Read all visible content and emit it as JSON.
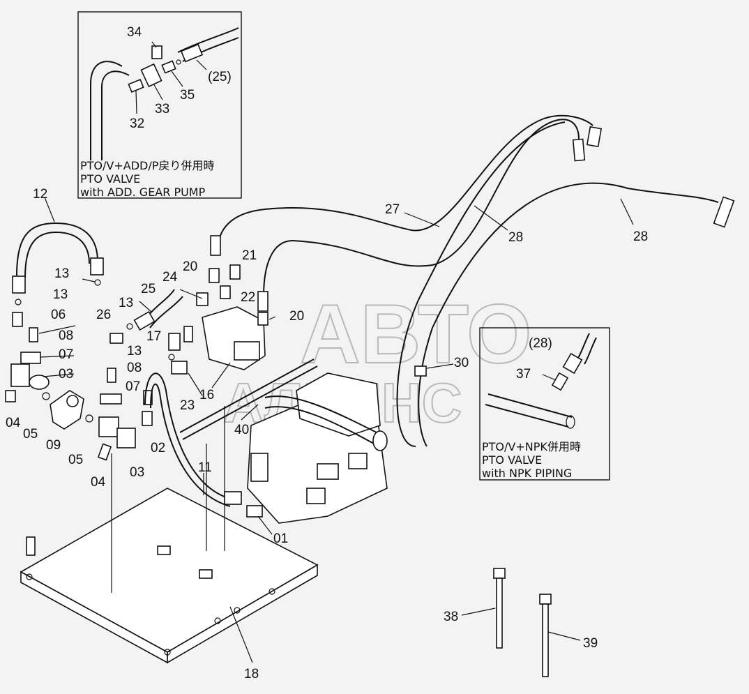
{
  "watermark": {
    "line1": "АВТО",
    "line2": "АЛЬЯНС"
  },
  "inset_top": {
    "caption": [
      "PTO/V+ADD/P戻り併用時",
      "PTO VALVE",
      "with ADD. GEAR PUMP"
    ],
    "labels": {
      "l34": "34",
      "l25": "(25)",
      "l35": "35",
      "l33": "33",
      "l32": "32"
    }
  },
  "inset_right": {
    "caption": [
      "PTO/V+NPK併用時",
      "PTO VALVE",
      "with NPK PIPING"
    ],
    "labels": {
      "l28": "(28)",
      "l37": "37"
    }
  },
  "labels": {
    "l12": "12",
    "l13a": "13",
    "l13b": "13",
    "l13c": "13",
    "l13d": "13",
    "l06": "06",
    "l08a": "08",
    "l07a": "07",
    "l03a": "03",
    "l04a": "04",
    "l05a": "05",
    "l09": "09",
    "l05b": "05",
    "l04b": "04",
    "l03b": "03",
    "l26": "26",
    "l25": "25",
    "l24": "24",
    "l20a": "20",
    "l21": "21",
    "l22": "22",
    "l20b": "20",
    "l17": "17",
    "l08b": "08",
    "l07b": "07",
    "l23": "23",
    "l16": "16",
    "l02": "02",
    "l40": "40",
    "l11": "11",
    "l01": "01",
    "l18": "18",
    "l27": "27",
    "l28a": "28",
    "l28b": "28",
    "l30": "30",
    "l38": "38",
    "l39": "39"
  }
}
